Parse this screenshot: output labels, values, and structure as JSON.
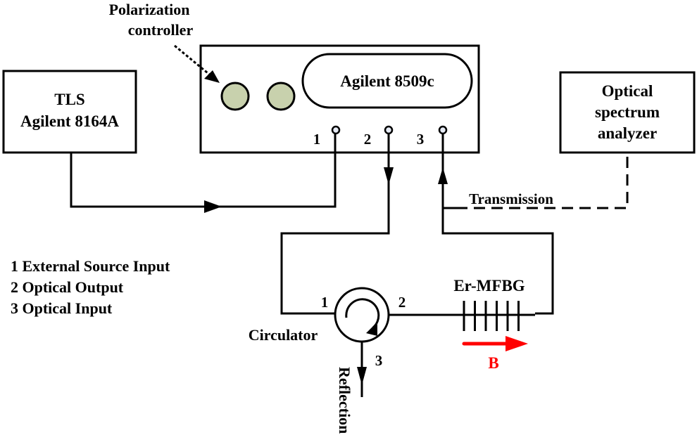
{
  "diagram": {
    "polarization_controller": {
      "label_line1": "Polarization",
      "label_line2": "controller",
      "knob_color": "#c8d1ad"
    },
    "tls": {
      "line1": "TLS",
      "line2": "Agilent 8164A"
    },
    "analyzer": {
      "title": "Agilent 8509c",
      "port_labels": [
        "1",
        "2",
        "3"
      ],
      "port_color": "#e6ebf5"
    },
    "osa": {
      "line1": "Optical",
      "line2": "spectrum",
      "line3": "analyzer"
    },
    "transmission_label": "Transmission",
    "legend": [
      "1 External Source Input",
      "2 Optical Output",
      "3 Optical Input"
    ],
    "circulator": {
      "label": "Circulator",
      "port_labels": [
        "1",
        "2",
        "3"
      ]
    },
    "grating": {
      "label": "Er-MFBG",
      "field_label": "B",
      "field_color": "#ff0000",
      "line_count": 6
    },
    "reflection_label": "Reflection"
  }
}
